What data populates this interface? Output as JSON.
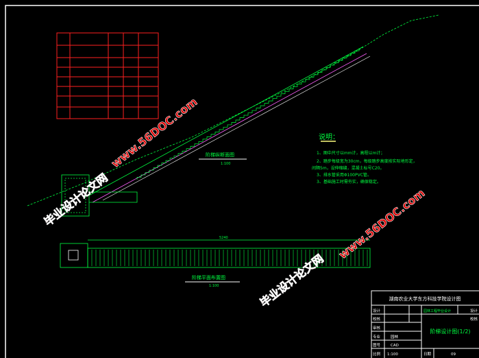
{
  "colors": {
    "background": "#000000",
    "frame": "#ffffff",
    "lines": "#00ff40",
    "table": "#ff2020",
    "cyan": "#00e0ff",
    "watermark": "#e00000",
    "note_underline": "#ffff80"
  },
  "profile": {
    "title": "阶梯纵断面图",
    "scale": "1:100"
  },
  "plan": {
    "title": "阶梯平面布置图",
    "scale": "1:100",
    "length_dim": "5240"
  },
  "notes": {
    "heading": "说明：",
    "items": [
      "1、图中尺寸以mm计，高程以m计；",
      "2、踏步每级宽为30cm，每级踏步高度按实际地形定，",
      "间隔5m，设伸缩缝，混凝土标号C20。",
      "3、排水管采用Φ100PVC管。",
      "3、基础施工时需夯实，确保稳定。"
    ]
  },
  "watermarks": [
    {
      "text": "毕业设计论文网"
    },
    {
      "text": "www.56DOC.com"
    },
    {
      "text": "毕业设计论文网"
    },
    {
      "text": "www.56DOC.com"
    }
  ],
  "title_block": {
    "school": "湖南农业大学东方科技学院设计图",
    "rows": [
      {
        "label": "设计",
        "value": ""
      },
      {
        "label": "校核",
        "value": ""
      },
      {
        "label": "审核",
        "value": ""
      },
      {
        "label": "专业",
        "value": "园林"
      },
      {
        "label": "图号",
        "value": "CAD"
      },
      {
        "label": "比例",
        "value": "1:100"
      }
    ],
    "project": "园林工程毕业设计",
    "drawing_title": "阶梯设计图(1/2)",
    "date_label": "日期",
    "date_value": "09",
    "right_labels": [
      "设计",
      "校核"
    ]
  }
}
